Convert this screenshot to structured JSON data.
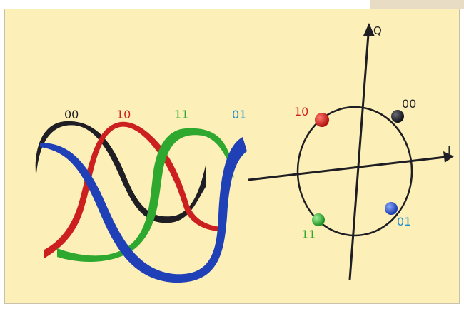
{
  "waveform_labels": {
    "s00": "00",
    "s10": "10",
    "s11": "11",
    "s01": "01"
  },
  "constellation": {
    "axis_i": "I",
    "axis_q": "Q",
    "points": {
      "p00": "00",
      "p10": "10",
      "p11": "11",
      "p01": "01"
    }
  },
  "colors": {
    "black": "#1e1e24",
    "red": "#cc2020",
    "green": "#2ea82e",
    "blue": "#2040b8",
    "background": "#fcefb7"
  }
}
